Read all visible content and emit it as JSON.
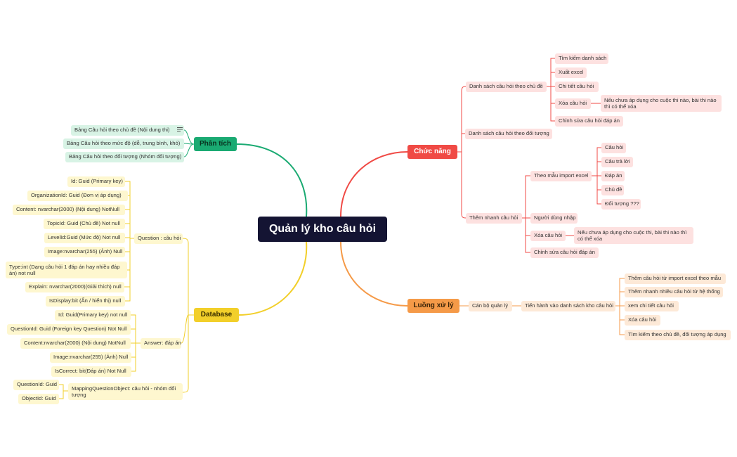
{
  "root": "Quản lý kho câu hỏi",
  "phan_tich": {
    "title": "Phân tích",
    "items": [
      "Bảng Câu hỏi theo chủ đề (Nội dung thi)",
      "Bảng Câu hỏi theo mức độ (dễ, trung bình, khó)",
      "Bảng Câu hỏi theo đối tượng (Nhóm đối tượng)"
    ]
  },
  "database": {
    "title": "Database",
    "question": {
      "label": "Question : câu hỏi",
      "fields": [
        "Id: Guid (Primary key)",
        "OrganizationId: Guid (Đơn vị áp dụng)",
        "Content: nvarchar(2000) (Nội dung) NotNull",
        "TopicId: Guid (Chủ đề) Not null",
        "LevelId:Guid (Mức độ) Not null",
        "Image:nvarchar(255) (Ảnh) Null",
        "Type:int (Dạng câu hỏi 1 đáp án hay nhiều đáp án) not null",
        "Explain: nvarchar(2000)(Giải thích) null",
        "IsDisplay:bit (Ẩn / hiển thị) null"
      ]
    },
    "answer": {
      "label": "Answer: đáp án",
      "fields": [
        "Id: Guid(Primary key) not null",
        "QuestionId: Guid (Foreign key Question) Not Null",
        "Content:nvarchar(2000) (Nội dung) NotNull",
        "Image:nvarchar(255) (Ảnh) Null",
        "IsCorrect: bit(Đáp án) Not Null"
      ]
    },
    "mapping": {
      "label": "MappingQuestionObject: câu hỏi - nhóm đối tượng",
      "fields": [
        "QuestionId: Guid",
        "ObjectId: Guid"
      ]
    }
  },
  "chuc_nang": {
    "title": "Chức năng",
    "ds_chu_de": {
      "label": "Danh sách câu hỏi theo chủ đề",
      "items": [
        "Tìm kiếm danh sách",
        "Xuất excel",
        "Chi tiết câu hỏi",
        "Xóa câu hỏi",
        "Chỉnh sửa câu hỏi đáp án"
      ],
      "xoa_note": "Nếu chưa áp dụng cho cuộc thi nào, bài thi nào thì có thể xóa"
    },
    "ds_doi_tuong": "Danh sách câu hỏi theo đối tượng",
    "them_nhanh": {
      "label": "Thêm nhanh câu hỏi",
      "import_label": "Theo mẫu import excel",
      "import_items": [
        "Câu hỏi",
        "Câu trả lời",
        "Đáp án",
        "Chủ đề",
        "Đối tượng ???"
      ],
      "nguoi_dung": "Người dùng nhập",
      "xoa": "Xóa câu hỏi",
      "xoa_note": "Nếu chưa áp dụng cho cuộc thi, bài thi nào thì có thể xóa",
      "chinh_sua": "Chỉnh sửa câu hỏi đáp án"
    }
  },
  "luong_xu_ly": {
    "title": "Luồng xử lý",
    "can_bo": "Cán bộ quản lý",
    "tien_hanh": "Tiến hành vào danh sách kho câu hỏi",
    "items": [
      "Thêm câu hỏi từ import excel theo mẫu",
      "Thêm nhanh nhiều câu hỏi từ hệ thống",
      "xem chi tiết câu hỏi",
      "Xóa câu hỏi",
      "Tìm kiếm theo chủ đề, đối tượng áp dụng"
    ]
  },
  "colors": {
    "red": "#f04a45",
    "orange": "#f59a48",
    "green": "#1aaa72",
    "yellow": "#f2cf2a",
    "root_bg": "#141433"
  }
}
